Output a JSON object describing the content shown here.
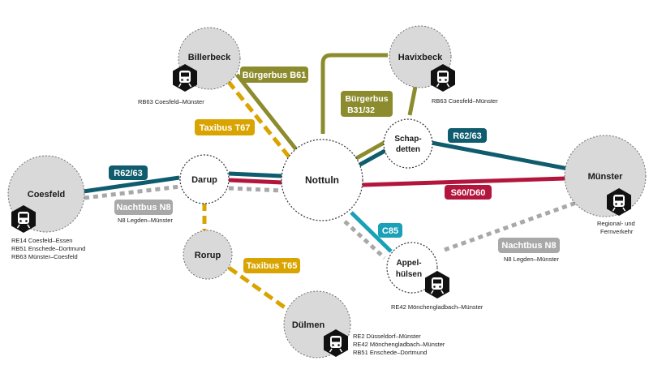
{
  "colors": {
    "teal": "#0f5c6e",
    "red": "#b3163c",
    "olive": "#8c8c2e",
    "ochre": "#d9a400",
    "cyan": "#1aa0b8",
    "grey": "#a8a8a8",
    "node_fill": "#d9d9d9",
    "station_icon": "#111111"
  },
  "nodes": {
    "nottuln": "Nottuln",
    "billerbeck": "Billerbeck",
    "havixbeck": "Havixbeck",
    "schapdetten_1": "Schap-",
    "schapdetten_2": "detten",
    "darup": "Darup",
    "coesfeld": "Coesfeld",
    "muenster": "Münster",
    "rorup": "Rorup",
    "appelhuelsen_1": "Appel-",
    "appelhuelsen_2": "hülsen",
    "duelmen": "Dülmen"
  },
  "tags": {
    "buergerbus_b61": "Bürgerbus B61",
    "buergerbus_b3132_1": "Bürgerbus",
    "buergerbus_b3132_2": "B31/32",
    "taxibus_t67": "Taxibus T67",
    "r62_63_east": "R62/63",
    "r62_63_west": "R62/63",
    "s60_d60": "S60/D60",
    "c85": "C85",
    "nachtbus_n8_west": "Nachtbus N8",
    "nachtbus_n8_east": "Nachtbus N8",
    "taxibus_t65": "Taxibus T65"
  },
  "info": {
    "billerbeck": "RB63 Coesfeld–Münster",
    "havixbeck": "RB63 Coesfeld–Münster",
    "coesfeld_1": "RE14 Coesfeld–Essen",
    "coesfeld_2": "RB51 Enschede–Dortmund",
    "coesfeld_3": "RB63 Münster–Coesfeld",
    "n8_west": "N8 Legden–Münster",
    "n8_east": "N8 Legden–Münster",
    "muenster_1": "Regional- und",
    "muenster_2": "Fernverkehr",
    "appelhuelsen": "RE42 Mönchengladbach–Münster",
    "duelmen_1": "RE2 Düsseldorf–Münster",
    "duelmen_2": "RE42 Mönchengladbach–Münster",
    "duelmen_3": "RB51 Enschede–Dortmund"
  }
}
